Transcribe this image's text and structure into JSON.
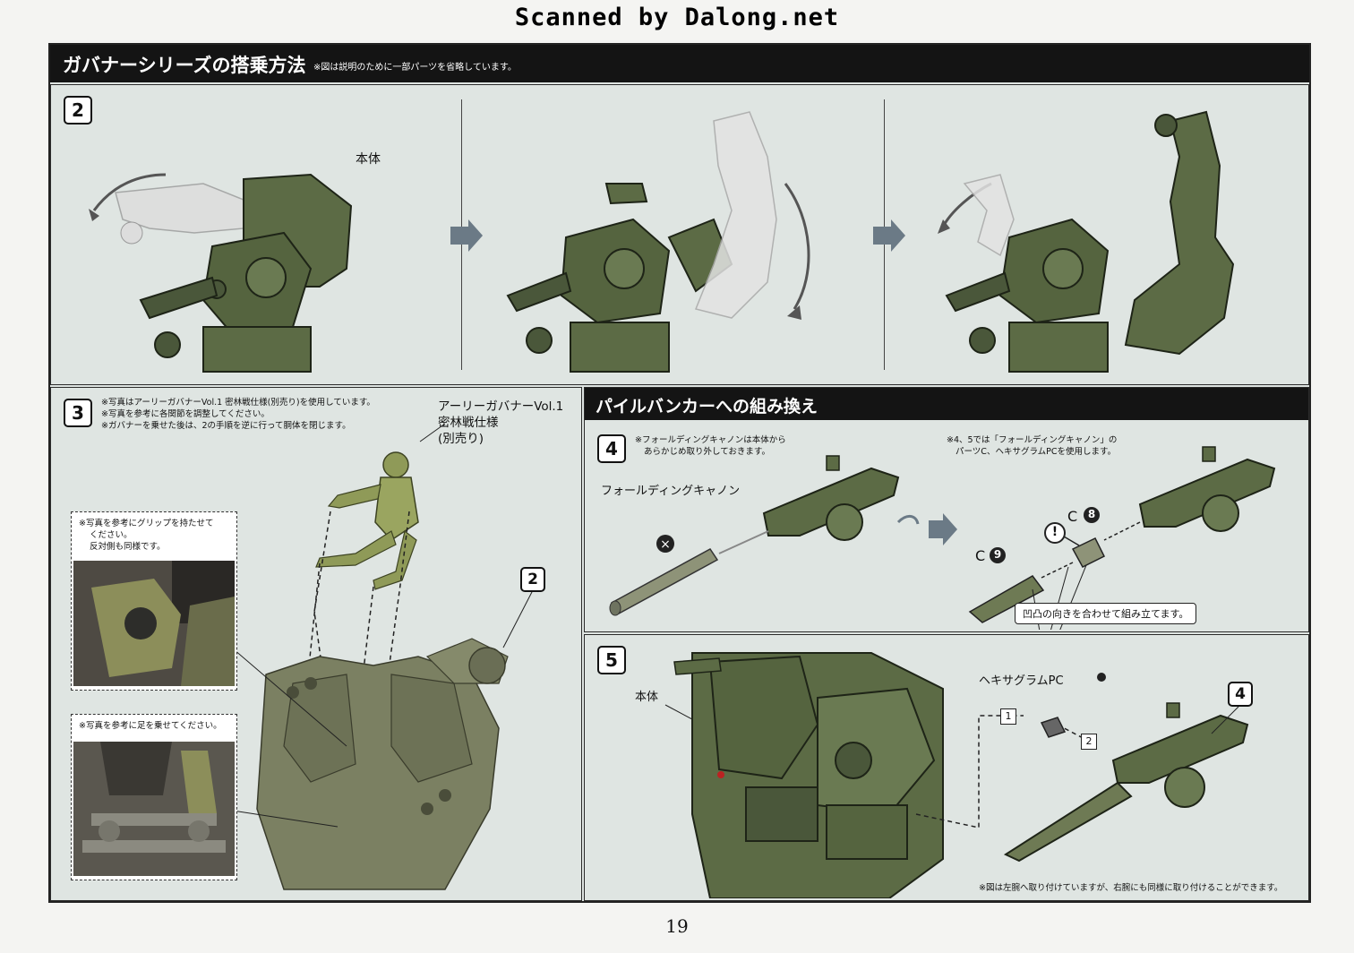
{
  "watermark": "Scanned by Dalong.net",
  "header": {
    "title": "ガバナーシリーズの搭乗方法",
    "note": "※図は説明のために一部パーツを省略しています。"
  },
  "step2": {
    "number": "2",
    "label_body": "本体"
  },
  "step3": {
    "number": "3",
    "notes": [
      "※写真はアーリーガバナーVol.1 密林戦仕様(別売り)を使用しています。",
      "※写真を参考に各関節を調整してください。",
      "※ガバナーを乗せた後は、2の手順を逆に行って胴体を閉じます。"
    ],
    "figure_label": [
      "アーリーガバナーVol.1",
      "密林戦仕様",
      "(別売り)"
    ],
    "photo1_caption": [
      "※写真を参考にグリップを持たせて",
      "ください。",
      "反対側も同様です。"
    ],
    "photo2_caption": [
      "※写真を参考に足を乗せてください。"
    ],
    "callout_number": "2"
  },
  "section_pile": {
    "title": "パイルバンカーへの組み換え"
  },
  "step4": {
    "number": "4",
    "notes": [
      "※フォールディングキャノンは本体から",
      "あらかじめ取り外しておきます。"
    ],
    "cannon_label": "フォールディングキャノン",
    "right_notes": [
      "※4、5では「フォールディングキャノン」の",
      "パーツC、ヘキサグラムPCを使用します。"
    ],
    "part_c8": "C",
    "part_c8_num": "8",
    "part_c9": "C",
    "part_c9_num": "9",
    "warning": "!",
    "instruction": "凹凸の向きを合わせて組み立てます。"
  },
  "step5": {
    "number": "5",
    "label_body": "本体",
    "label_hex": "ヘキサグラムPC",
    "tag1": "1",
    "tag2": "2",
    "callout_number": "4",
    "footnote": "※図は左腕へ取り付けていますが、右腕にも同様に取り付けることができます。"
  },
  "page_number": "19",
  "colors": {
    "panel_bg": "#dfe5e2",
    "header_bg": "#141414",
    "model_green": "#5c6b45",
    "ghost": "#c9c9c9"
  }
}
